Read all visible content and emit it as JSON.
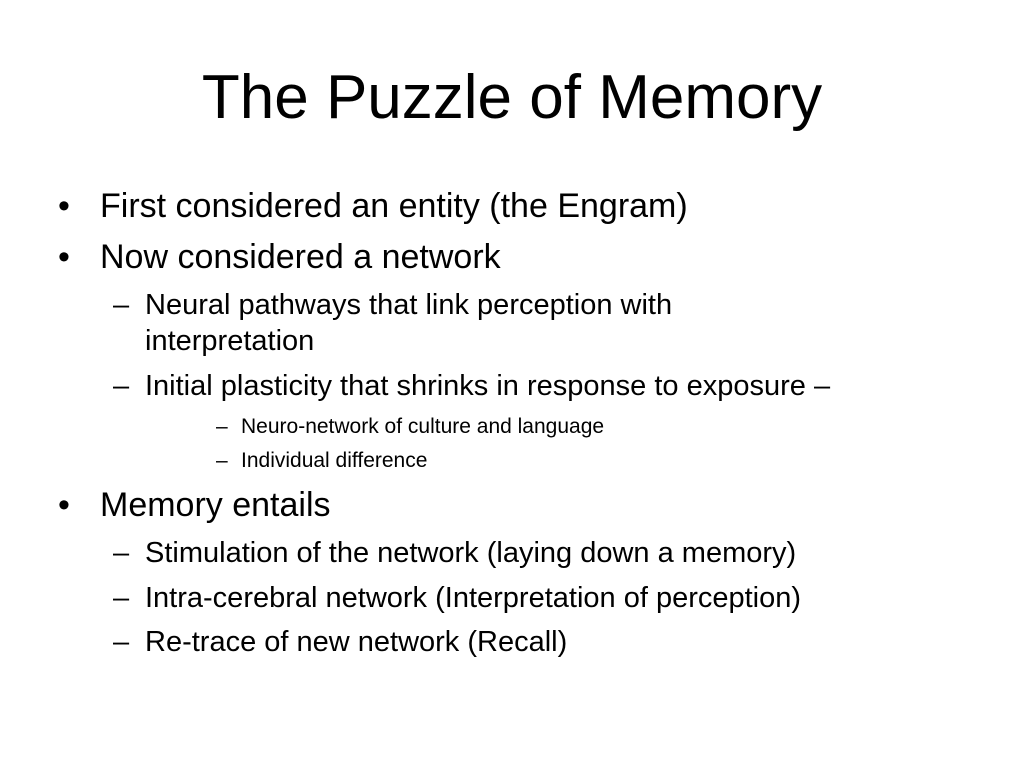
{
  "slide": {
    "title": "The Puzzle of Memory",
    "bullet_marker": "•",
    "dash_marker": "–",
    "items": [
      {
        "level": 1,
        "text": "First considered an entity (the Engram)"
      },
      {
        "level": 1,
        "text": "Now considered a network"
      },
      {
        "level": 2,
        "text_line1": "Neural pathways that link perception with",
        "text_line2": "interpretation"
      },
      {
        "level": 2,
        "text": "Initial plasticity that shrinks in response to exposure –"
      },
      {
        "level": 3,
        "text": "Neuro-network of culture and language"
      },
      {
        "level": 3,
        "text": "Individual difference"
      },
      {
        "level": 1,
        "text": "Memory entails"
      },
      {
        "level": 2,
        "text": "Stimulation of the network (laying down a memory)"
      },
      {
        "level": 2,
        "text": "Intra-cerebral network (Interpretation of perception)"
      },
      {
        "level": 2,
        "text": "Re-trace of new network (Recall)"
      }
    ]
  }
}
